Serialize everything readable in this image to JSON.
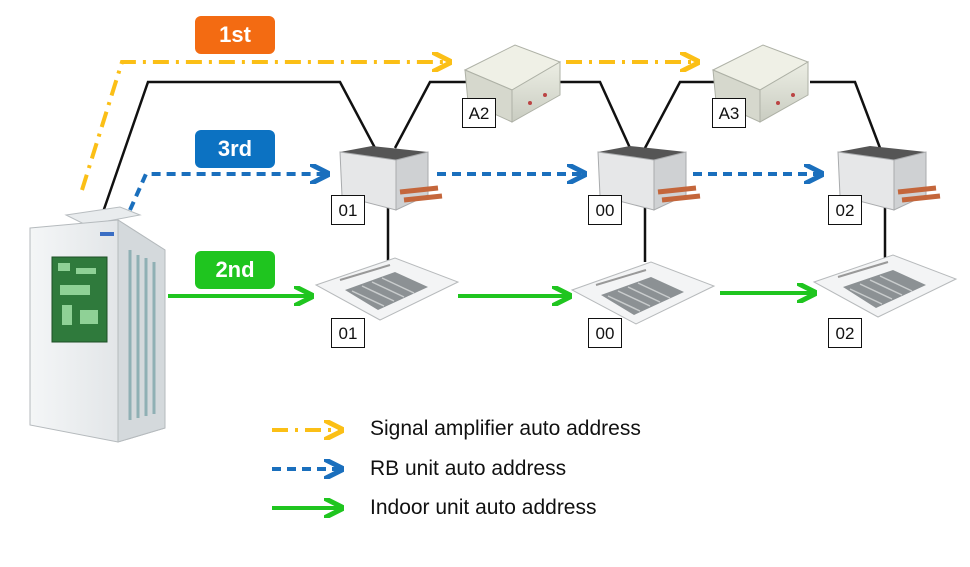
{
  "badges": {
    "first": {
      "label": "1st",
      "color": "#f36b12"
    },
    "second": {
      "label": "2nd",
      "color": "#1fc51f"
    },
    "third": {
      "label": "3rd",
      "color": "#0c72c2"
    }
  },
  "colors": {
    "amplifier_line": "#fbbf16",
    "rb_line": "#1a6fbd",
    "indoor_line": "#1fc51f",
    "wire": "#111111"
  },
  "amplifiers": [
    {
      "address": "A2"
    },
    {
      "address": "A3"
    }
  ],
  "rb_units": [
    {
      "address": "01"
    },
    {
      "address": "00"
    },
    {
      "address": "02"
    }
  ],
  "indoor_units": [
    {
      "address": "01"
    },
    {
      "address": "00"
    },
    {
      "address": "02"
    }
  ],
  "legend": [
    {
      "label": "Signal amplifier auto address",
      "style": "dash-dot"
    },
    {
      "label": "RB unit auto address",
      "style": "dashed"
    },
    {
      "label": "Indoor unit auto address",
      "style": "solid"
    }
  ]
}
